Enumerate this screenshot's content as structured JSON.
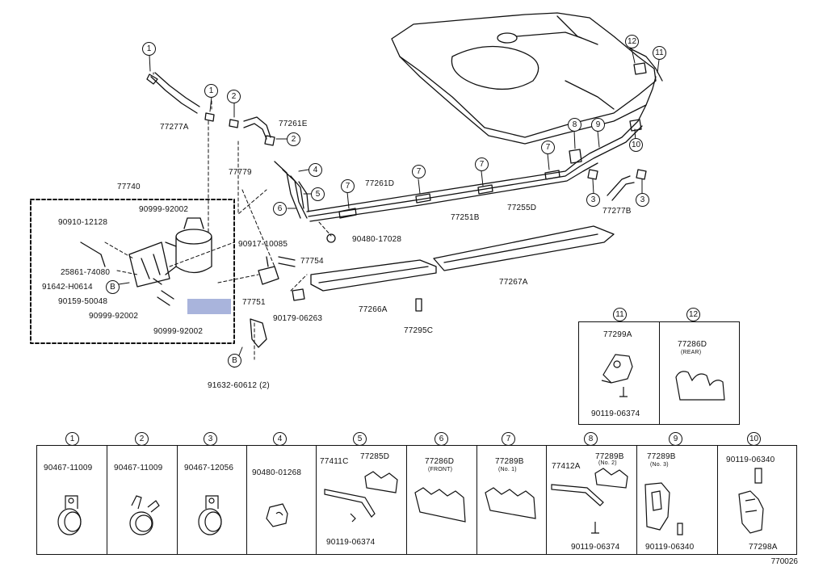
{
  "diagram": {
    "ref_number": "770026",
    "main_labels": {
      "p77277A": "77277A",
      "p77261E": "77261E",
      "p77779": "77779",
      "p77740": "77740",
      "p90910": "90910-12128",
      "p90999a": "90999-92002",
      "p25861": "25861-74080",
      "p91642": "91642-H0614",
      "p90159": "90159-50048",
      "p90999b": "90999-92002",
      "p90999c": "90999-92002",
      "p90917": "90917-10085",
      "p77754": "77754",
      "p77751": "77751",
      "p91632": "91632-60612 (2)",
      "p77261D": "77261D",
      "p77251B": "77251B",
      "p77255D": "77255D",
      "p90480": "90480-17028",
      "p90179": "90179-06263",
      "p77266A": "77266A",
      "p77295C": "77295C",
      "p77267A": "77267A",
      "p77277B": "77277B"
    },
    "callouts": {
      "c1a": "1",
      "c1b": "1",
      "c2a": "2",
      "c2b": "2",
      "c3a": "3",
      "c3b": "3",
      "c4": "4",
      "c5": "5",
      "c6": "6",
      "c7a": "7",
      "c7b": "7",
      "c7c": "7",
      "c7d": "7",
      "c8": "8",
      "c9": "9",
      "c10": "10",
      "c11": "11",
      "c12": "12",
      "cB1": "B",
      "cB2": "B"
    },
    "detail_box": {
      "n11": "11",
      "n12": "12",
      "p77299A": "77299A",
      "p90119": "90119-06374",
      "p77286D": "77286D",
      "rear": "(REAR)"
    },
    "legend": [
      {
        "num": "1",
        "parts": [
          "90467-11009"
        ]
      },
      {
        "num": "2",
        "parts": [
          "90467-11009"
        ]
      },
      {
        "num": "3",
        "parts": [
          "90467-12056"
        ]
      },
      {
        "num": "4",
        "parts": [
          "90480-01268"
        ]
      },
      {
        "num": "5",
        "parts": [
          "77411C",
          "77285D",
          "90119-06374"
        ]
      },
      {
        "num": "6",
        "parts": [
          "77286D",
          "(FRONT)"
        ]
      },
      {
        "num": "7",
        "parts": [
          "77289B",
          "(No. 1)"
        ]
      },
      {
        "num": "8",
        "parts": [
          "77412A",
          "77289B",
          "(No. 2)",
          "90119-06374"
        ]
      },
      {
        "num": "9",
        "parts": [
          "77289B",
          "(No. 3)",
          "90119-06340"
        ]
      },
      {
        "num": "10",
        "parts": [
          "90119-06340",
          "77298A"
        ]
      }
    ]
  }
}
